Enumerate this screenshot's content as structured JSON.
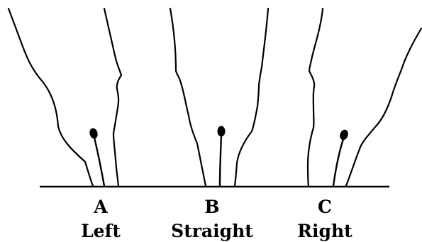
{
  "panels": [
    {
      "letter": "A",
      "caption": "Left"
    },
    {
      "letter": "B",
      "caption": "Straight"
    },
    {
      "letter": "C",
      "caption": "Right"
    }
  ]
}
